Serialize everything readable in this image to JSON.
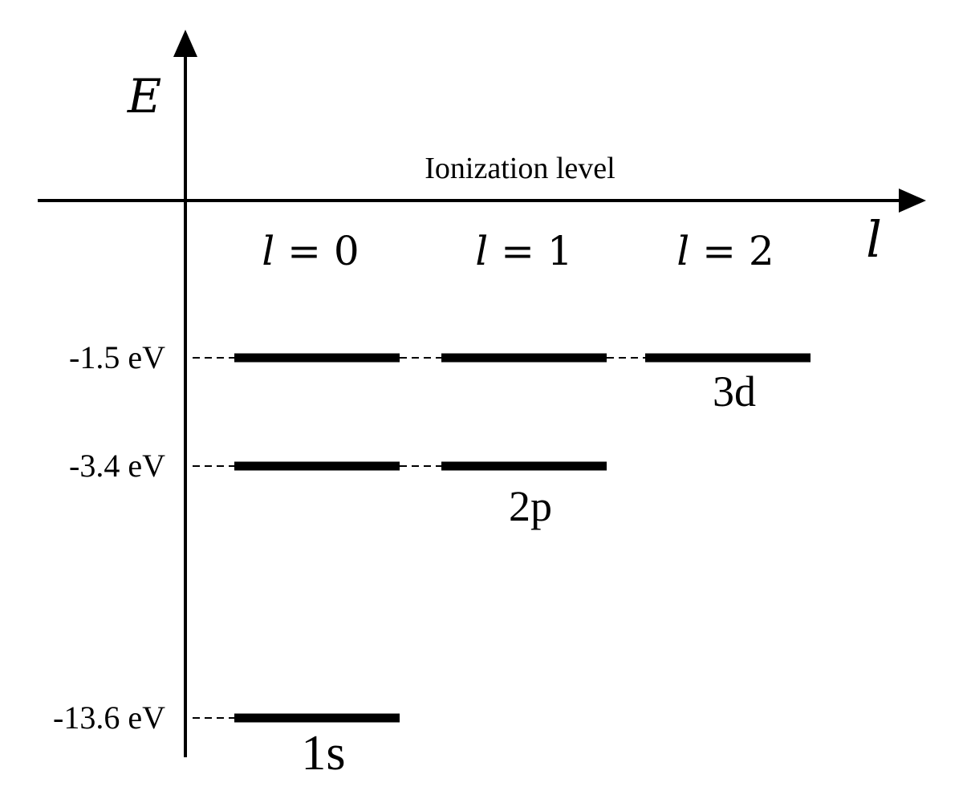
{
  "axes": {
    "y_label": "E",
    "x_label": "l"
  },
  "ionization_label": "Ionization level",
  "columns": [
    {
      "label": "l = 0",
      "l": 0
    },
    {
      "label": "l = 1",
      "l": 1
    },
    {
      "label": "l = 2",
      "l": 2
    }
  ],
  "energy_levels": [
    {
      "label": "-1.5 eV",
      "energy_ev": -1.5
    },
    {
      "label": "-3.4 eV",
      "energy_ev": -3.4
    },
    {
      "label": "-13.6 eV",
      "energy_ev": -13.6
    }
  ],
  "states": [
    {
      "label": "1s",
      "l": 0,
      "energy_ev": -13.6
    },
    {
      "label": "2p",
      "l": 1,
      "energy_ev": -3.4
    },
    {
      "label": "3d",
      "l": 2,
      "energy_ev": -1.5
    }
  ],
  "bars": [
    {
      "l": 0,
      "energy_ev": -1.5
    },
    {
      "l": 1,
      "energy_ev": -1.5
    },
    {
      "l": 2,
      "energy_ev": -1.5
    },
    {
      "l": 0,
      "energy_ev": -3.4
    },
    {
      "l": 1,
      "energy_ev": -3.4
    },
    {
      "l": 0,
      "energy_ev": -13.6
    }
  ]
}
